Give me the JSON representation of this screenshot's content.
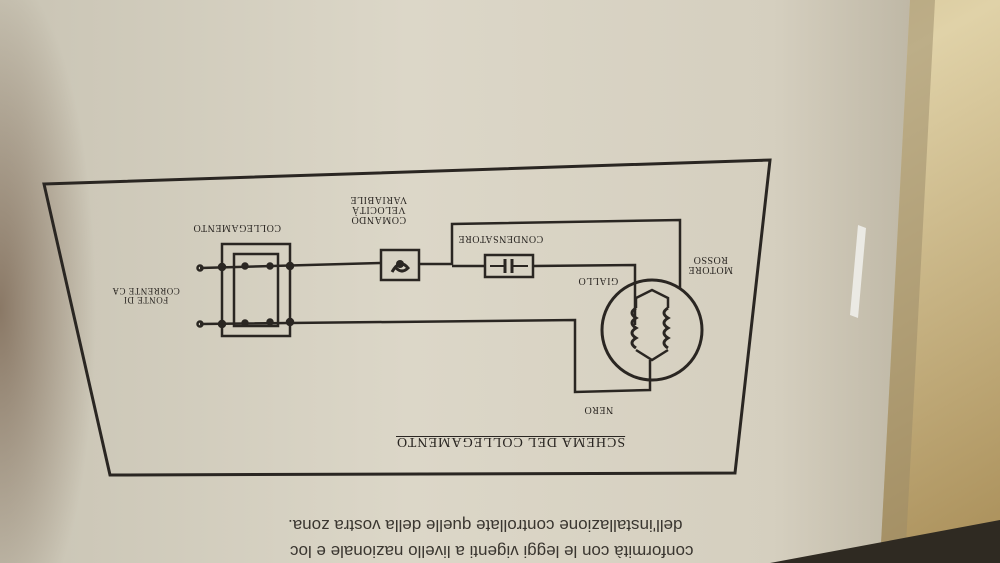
{
  "photo": {
    "description_colors": {
      "paper": "#d8d3c4",
      "paper_shadow": "#b9b3a3",
      "ink": "#2a2622",
      "wall": "#cdb88a"
    }
  },
  "diagram": {
    "title": "SCHEMA DEL COLLEGAMENTO",
    "labels": {
      "motor_line1": "MOTORE",
      "motor_line2": "ROSSO",
      "giallo": "GIALLO",
      "nero": "NERO",
      "condensatore": "CONDENSATORE",
      "comando_line1": "COMANDO",
      "comando_line2": "VELOCITÀ",
      "comando_line3": "VARIABILE",
      "collegamento": "COLLEGAMENTO",
      "fonte_line1": "FONTE DI",
      "fonte_line2": "CORRENTE CA"
    }
  },
  "page_text": {
    "line1": "dell'installazione controllate quelle della vostra zona.",
    "line2": "conformità con le leggi vigenti a livello nazionale e loc"
  }
}
